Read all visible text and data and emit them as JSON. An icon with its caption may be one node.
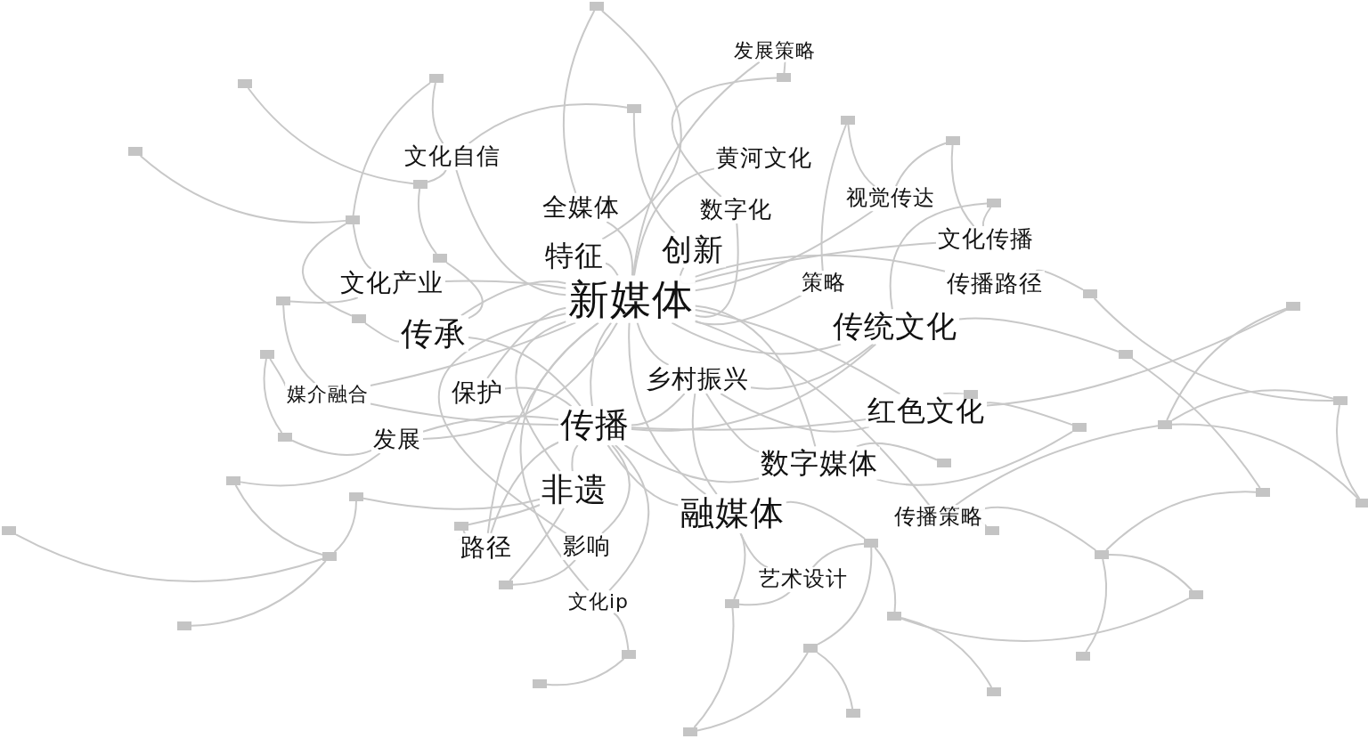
{
  "diagram": {
    "nodes": [
      {
        "text": [
          "发展策略"
        ]
      },
      {
        "text": [
          "文化自信"
        ]
      },
      {
        "text": [
          "黄河文化"
        ]
      },
      {
        "text": [
          "视觉传达"
        ]
      },
      {
        "text": [
          "全媒体"
        ]
      },
      {
        "text": [
          "数字化"
        ]
      },
      {
        "text": [
          "文化传播"
        ]
      },
      {
        "text": [
          "特征"
        ]
      },
      {
        "text": [
          "创新"
        ]
      },
      {
        "text": [
          "文化产业"
        ]
      },
      {
        "text": [
          "新媒体"
        ]
      },
      {
        "text": [
          "策略"
        ]
      },
      {
        "text": [
          "传播路径"
        ]
      },
      {
        "text": [
          "传承"
        ]
      },
      {
        "text": [
          "传统文化"
        ]
      },
      {
        "text": [
          "乡村振兴"
        ]
      },
      {
        "text": [
          "媒介融合"
        ]
      },
      {
        "text": [
          "保护"
        ]
      },
      {
        "text": [
          "红色文化"
        ]
      },
      {
        "text": [
          "传播"
        ]
      },
      {
        "text": [
          "发展"
        ]
      },
      {
        "text": [
          "数字媒体"
        ]
      },
      {
        "text": [
          "非遗"
        ]
      },
      {
        "text": [
          "融媒体"
        ]
      },
      {
        "text": [
          "传播策略"
        ]
      },
      {
        "text": [
          "路径"
        ]
      },
      {
        "text": [
          "影响"
        ]
      },
      {
        "text": [
          "艺术设计"
        ]
      },
      {
        "text": [
          "文化ip"
        ]
      },
      {
        "text": [],
        "shape": "box"
      },
      {
        "text": [],
        "shape": "box"
      },
      {
        "text": [],
        "shape": "box"
      },
      {
        "text": [],
        "shape": "box"
      },
      {
        "text": [],
        "shape": "box"
      },
      {
        "text": [],
        "shape": "box"
      },
      {
        "text": [],
        "shape": "box"
      },
      {
        "text": [],
        "shape": "box"
      },
      {
        "text": [],
        "shape": "box"
      },
      {
        "text": [],
        "shape": "box"
      },
      {
        "text": [],
        "shape": "box"
      },
      {
        "text": [],
        "shape": "box"
      },
      {
        "text": [],
        "shape": "box"
      },
      {
        "text": [],
        "shape": "box"
      },
      {
        "text": [],
        "shape": "box"
      },
      {
        "text": [],
        "shape": "box"
      },
      {
        "text": [],
        "shape": "box"
      },
      {
        "text": [],
        "shape": "box"
      },
      {
        "text": [],
        "shape": "box"
      },
      {
        "text": [],
        "shape": "box"
      },
      {
        "text": [],
        "shape": "box"
      },
      {
        "text": [],
        "shape": "box"
      },
      {
        "text": [],
        "shape": "box"
      },
      {
        "text": [],
        "shape": "box"
      },
      {
        "text": [],
        "shape": "box"
      },
      {
        "text": [],
        "shape": "box"
      },
      {
        "text": [],
        "shape": "box"
      },
      {
        "text": [],
        "shape": "box"
      },
      {
        "text": [],
        "shape": "box"
      },
      {
        "text": [],
        "shape": "box"
      },
      {
        "text": [],
        "shape": "box"
      },
      {
        "text": [],
        "shape": "box"
      },
      {
        "text": [],
        "shape": "box"
      },
      {
        "text": [],
        "shape": "box"
      },
      {
        "text": [],
        "shape": "box"
      },
      {
        "text": [],
        "shape": "box"
      },
      {
        "text": [],
        "shape": "box"
      },
      {
        "text": [],
        "shape": "box"
      },
      {
        "text": [],
        "shape": "box"
      },
      {
        "text": [],
        "shape": "box"
      },
      {
        "text": [],
        "shape": "box"
      },
      {
        "text": [],
        "shape": "box"
      },
      {
        "text": [],
        "shape": "box"
      },
      {
        "text": [],
        "shape": "box"
      },
      {
        "text": [],
        "shape": "box"
      },
      {
        "text": [],
        "shape": "box"
      }
    ],
    "edges": [
      {
        "from": 10,
        "to": 1,
        "arrow": "none"
      },
      {
        "from": 10,
        "to": 2,
        "arrow": "none"
      },
      {
        "from": 10,
        "to": 4,
        "arrow": "none"
      },
      {
        "from": 10,
        "to": 5,
        "arrow": "none"
      },
      {
        "from": 10,
        "to": 7,
        "arrow": "none"
      },
      {
        "from": 10,
        "to": 8,
        "arrow": "none"
      },
      {
        "from": 10,
        "to": 9,
        "arrow": "none"
      },
      {
        "from": 10,
        "to": 11,
        "arrow": "none"
      },
      {
        "from": 10,
        "to": 13,
        "arrow": "none"
      },
      {
        "from": 10,
        "to": 14,
        "arrow": "none"
      },
      {
        "from": 10,
        "to": 15,
        "arrow": "none"
      },
      {
        "from": 10,
        "to": 17,
        "arrow": "none"
      },
      {
        "from": 10,
        "to": 18,
        "arrow": "none"
      },
      {
        "from": 10,
        "to": 19,
        "arrow": "none"
      },
      {
        "from": 10,
        "to": 20,
        "arrow": "none"
      },
      {
        "from": 10,
        "to": 21,
        "arrow": "none"
      },
      {
        "from": 10,
        "to": 22,
        "arrow": "none"
      },
      {
        "from": 10,
        "to": 23,
        "arrow": "none"
      },
      {
        "from": 10,
        "to": 24,
        "arrow": "none"
      },
      {
        "from": 10,
        "to": 26,
        "arrow": "none"
      },
      {
        "from": 10,
        "to": 3,
        "arrow": "none"
      },
      {
        "from": 10,
        "to": 6,
        "arrow": "none"
      },
      {
        "from": 10,
        "to": 12,
        "arrow": "none"
      },
      {
        "from": 10,
        "to": 16,
        "arrow": "none"
      },
      {
        "from": 10,
        "to": 25,
        "arrow": "none"
      },
      {
        "from": 23,
        "to": 27,
        "arrow": "none"
      },
      {
        "from": 10,
        "to": 28,
        "arrow": "none"
      },
      {
        "from": 10,
        "to": 0,
        "arrow": "none"
      },
      {
        "from": 19,
        "to": 13,
        "arrow": "none"
      },
      {
        "from": 19,
        "to": 14,
        "arrow": "none"
      },
      {
        "from": 19,
        "to": 15,
        "arrow": "none"
      },
      {
        "from": 19,
        "to": 17,
        "arrow": "none"
      },
      {
        "from": 19,
        "to": 18,
        "arrow": "none"
      },
      {
        "from": 19,
        "to": 21,
        "arrow": "none"
      },
      {
        "from": 19,
        "to": 22,
        "arrow": "none"
      },
      {
        "from": 19,
        "to": 23,
        "arrow": "none"
      },
      {
        "from": 19,
        "to": 25,
        "arrow": "none"
      },
      {
        "from": 19,
        "to": 26,
        "arrow": "none"
      },
      {
        "from": 19,
        "to": 16,
        "arrow": "none"
      },
      {
        "from": 19,
        "to": 20,
        "arrow": "none"
      },
      {
        "from": 19,
        "to": 28,
        "arrow": "none"
      },
      {
        "from": 15,
        "to": 14,
        "arrow": "none"
      },
      {
        "from": 15,
        "to": 18,
        "arrow": "none"
      },
      {
        "from": 15,
        "to": 21,
        "arrow": "none"
      },
      {
        "from": 15,
        "to": 23,
        "arrow": "none"
      },
      {
        "from": 29,
        "to": 4,
        "arrow": "none"
      },
      {
        "from": 29,
        "to": 7,
        "arrow": "none"
      },
      {
        "from": 30,
        "to": 37,
        "arrow": "none"
      },
      {
        "from": 31,
        "to": 1,
        "arrow": "none"
      },
      {
        "from": 31,
        "to": 38,
        "arrow": "none"
      },
      {
        "from": 32,
        "to": 0,
        "arrow": "none"
      },
      {
        "from": 32,
        "to": 5,
        "arrow": "none"
      },
      {
        "from": 33,
        "to": 1,
        "arrow": "none"
      },
      {
        "from": 33,
        "to": 8,
        "arrow": "none"
      },
      {
        "from": 34,
        "to": 3,
        "arrow": "none"
      },
      {
        "from": 34,
        "to": 11,
        "arrow": "none"
      },
      {
        "from": 35,
        "to": 38,
        "arrow": "none"
      },
      {
        "from": 36,
        "to": 3,
        "arrow": "none"
      },
      {
        "from": 36,
        "to": 6,
        "arrow": "none"
      },
      {
        "from": 37,
        "to": 40,
        "arrow": "none"
      },
      {
        "from": 37,
        "to": 1,
        "arrow": "none"
      },
      {
        "from": 38,
        "to": 9,
        "arrow": "none"
      },
      {
        "from": 38,
        "to": 44,
        "arrow": "none"
      },
      {
        "from": 39,
        "to": 6,
        "arrow": "none"
      },
      {
        "from": 39,
        "to": 14,
        "arrow": "none"
      },
      {
        "from": 40,
        "to": 13,
        "arrow": "none"
      },
      {
        "from": 41,
        "to": 9,
        "arrow": "none"
      },
      {
        "from": 41,
        "to": 16,
        "arrow": "none"
      },
      {
        "from": 42,
        "to": 12,
        "arrow": "none"
      },
      {
        "from": 42,
        "to": 48,
        "arrow": "none"
      },
      {
        "from": 43,
        "to": 50,
        "arrow": "none"
      },
      {
        "from": 43,
        "to": 18,
        "arrow": "none"
      },
      {
        "from": 44,
        "to": 13,
        "arrow": "none"
      },
      {
        "from": 45,
        "to": 16,
        "arrow": "none"
      },
      {
        "from": 45,
        "to": 51,
        "arrow": "none"
      },
      {
        "from": 46,
        "to": 14,
        "arrow": "none"
      },
      {
        "from": 46,
        "to": 55,
        "arrow": "none"
      },
      {
        "from": 47,
        "to": 18,
        "arrow": "none"
      },
      {
        "from": 48,
        "to": 50,
        "arrow": "none"
      },
      {
        "from": 48,
        "to": 56,
        "arrow": "none"
      },
      {
        "from": 49,
        "to": 18,
        "arrow": "none"
      },
      {
        "from": 49,
        "to": 21,
        "arrow": "none"
      },
      {
        "from": 50,
        "to": 24,
        "arrow": "none"
      },
      {
        "from": 51,
        "to": 20,
        "arrow": "none"
      },
      {
        "from": 52,
        "to": 21,
        "arrow": "none"
      },
      {
        "from": 53,
        "to": 61,
        "arrow": "none"
      },
      {
        "from": 53,
        "to": 20,
        "arrow": "none"
      },
      {
        "from": 54,
        "to": 22,
        "arrow": "none"
      },
      {
        "from": 55,
        "to": 60,
        "arrow": "none"
      },
      {
        "from": 56,
        "to": 50,
        "arrow": "none"
      },
      {
        "from": 57,
        "to": 61,
        "arrow": "none"
      },
      {
        "from": 58,
        "to": 25,
        "arrow": "none"
      },
      {
        "from": 58,
        "to": 22,
        "arrow": "none"
      },
      {
        "from": 59,
        "to": 24,
        "arrow": "none"
      },
      {
        "from": 60,
        "to": 24,
        "arrow": "none"
      },
      {
        "from": 61,
        "to": 54,
        "arrow": "none"
      },
      {
        "from": 62,
        "to": 27,
        "arrow": "none"
      },
      {
        "from": 62,
        "to": 23,
        "arrow": "none"
      },
      {
        "from": 63,
        "to": 26,
        "arrow": "none"
      },
      {
        "from": 63,
        "to": 22,
        "arrow": "none"
      },
      {
        "from": 64,
        "to": 60,
        "arrow": "none"
      },
      {
        "from": 65,
        "to": 27,
        "arrow": "none"
      },
      {
        "from": 65,
        "to": 23,
        "arrow": "none"
      },
      {
        "from": 66,
        "to": 61,
        "arrow": "none"
      },
      {
        "from": 67,
        "to": 62,
        "arrow": "none"
      },
      {
        "from": 67,
        "to": 64,
        "arrow": "none"
      },
      {
        "from": 68,
        "to": 62,
        "arrow": "none"
      },
      {
        "from": 69,
        "to": 28,
        "arrow": "none"
      },
      {
        "from": 71,
        "to": 69,
        "arrow": "none"
      },
      {
        "from": 70,
        "to": 60,
        "arrow": "none"
      },
      {
        "from": 72,
        "to": 67,
        "arrow": "none"
      },
      {
        "from": 73,
        "to": 68,
        "arrow": "none"
      },
      {
        "from": 74,
        "to": 68,
        "arrow": "none"
      },
      {
        "from": 74,
        "to": 65,
        "arrow": "none"
      }
    ]
  }
}
